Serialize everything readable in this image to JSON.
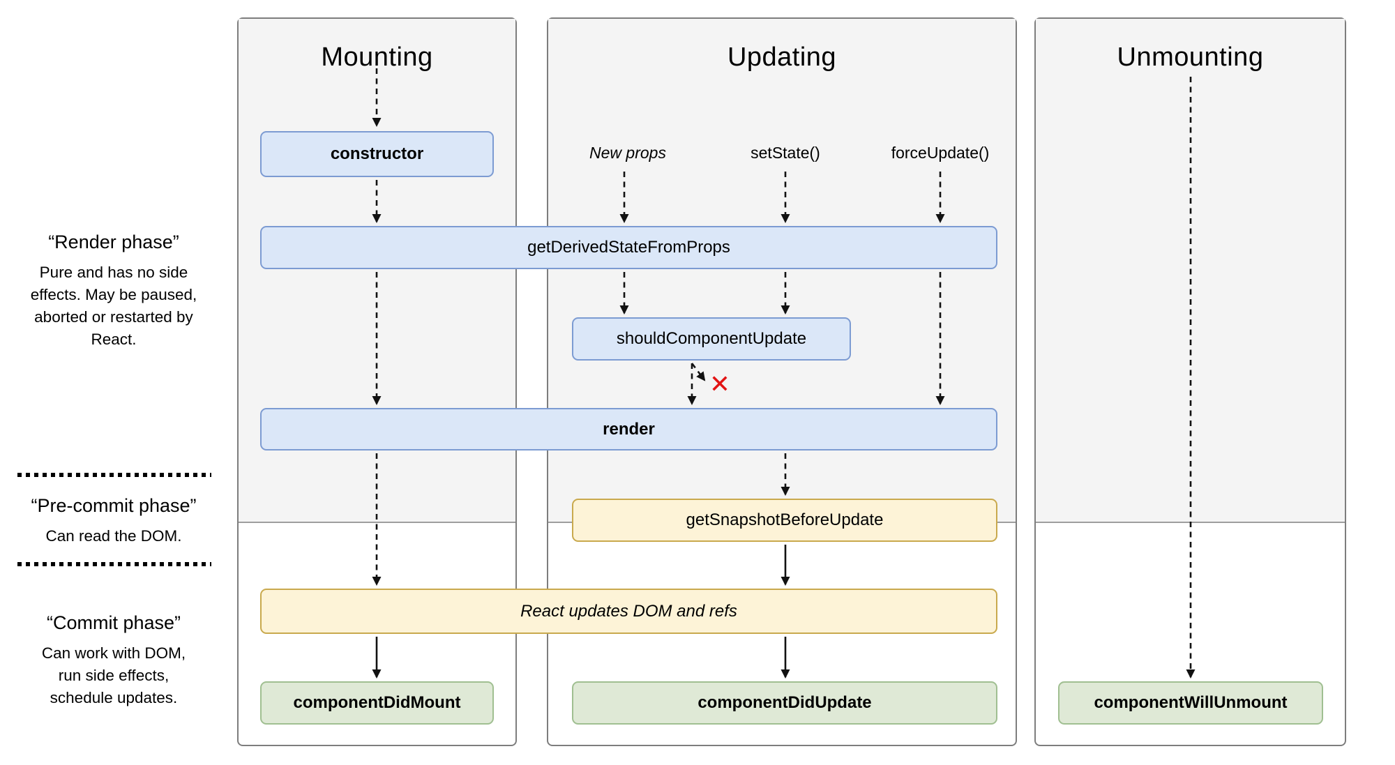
{
  "columns": {
    "mounting": {
      "title": "Mounting"
    },
    "updating": {
      "title": "Updating",
      "triggers": [
        "New props",
        "setState()",
        "forceUpdate()"
      ]
    },
    "unmounting": {
      "title": "Unmounting"
    }
  },
  "sidebar": {
    "render_phase": {
      "title": "“Render phase”",
      "description": "Pure and has no side effects. May be paused, aborted or restarted by React."
    },
    "pre_commit_phase": {
      "title": "“Pre-commit phase”",
      "description": "Can read the DOM."
    },
    "commit_phase": {
      "title": "“Commit phase”",
      "description": "Can work with DOM, run side effects, schedule updates."
    }
  },
  "nodes": {
    "constructor": {
      "label": "constructor"
    },
    "getDerivedStateFromProps": {
      "label": "getDerivedStateFromProps"
    },
    "shouldComponentUpdate": {
      "label": "shouldComponentUpdate"
    },
    "render": {
      "label": "render"
    },
    "getSnapshotBeforeUpdate": {
      "label": "getSnapshotBeforeUpdate"
    },
    "reactUpdates": {
      "label": "React updates DOM and refs"
    },
    "componentDidMount": {
      "label": "componentDidMount"
    },
    "componentDidUpdate": {
      "label": "componentDidUpdate"
    },
    "componentWillUnmount": {
      "label": "componentWillUnmount"
    }
  },
  "icons": {
    "cancel_x": "✕"
  },
  "colors": {
    "node_blue_bg": "#dbe7f8",
    "node_blue_border": "#7c9bd2",
    "node_yellow_bg": "#fdf3d7",
    "node_yellow_border": "#c9a94d",
    "node_green_bg": "#dfe9d6",
    "node_green_border": "#a0bf91",
    "render_phase_bg": "#f4f4f4",
    "cancel_x": "#e21414"
  }
}
